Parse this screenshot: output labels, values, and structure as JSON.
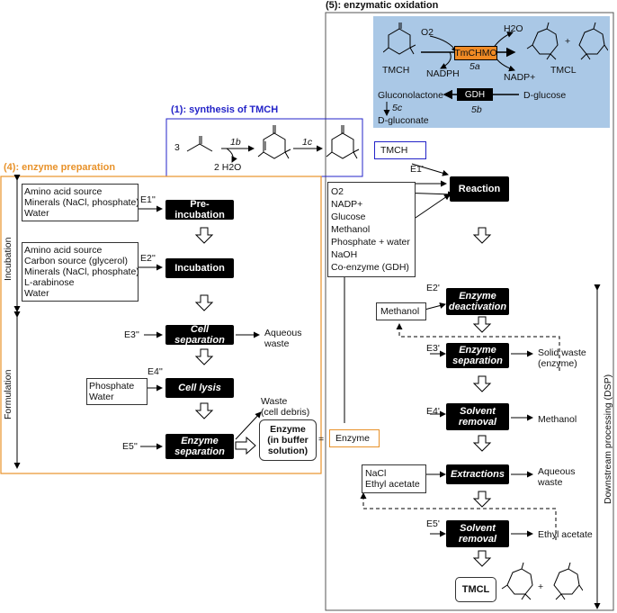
{
  "headings": {
    "enzymatic_oxidation": "(5): enzymatic oxidation",
    "synthesis": "(1): synthesis of TMCH",
    "enzyme_preparation": "(4): enzyme preparation"
  },
  "colors": {
    "synthesis_accent": "#2323c8",
    "prep_accent": "#e8922a",
    "reaction_panel_bg": "#aac8e6",
    "tmchmo_fill": "#f08a24"
  },
  "reaction_scheme": {
    "o2": "O2",
    "h2o": "H2O",
    "tmch": "TMCH",
    "nadph": "NADPH",
    "tmchmo": "TmCHMO",
    "step_5a": "5a",
    "nadp_plus": "NADP+",
    "tmcl": "TMCL",
    "plus": "+",
    "gdh": "GDH",
    "gluconolactone": "Gluconolactone",
    "d_glucose": "D-glucose",
    "step_5b": "5b",
    "step_5c": "5c",
    "d_gluconate": "D-gluconate"
  },
  "synthesis": {
    "coef": "3",
    "step_1b": "1b",
    "water": "2 H2O",
    "step_1c": "1c"
  },
  "prep": {
    "incubation_label": "Incubation",
    "formulation_label": "Formulation",
    "input1": "Amino acid source\nMinerals (NaCl, phosphate)\nWater",
    "input2": "Amino acid source\nCarbon source (glycerol)\nMinerals (NaCl, phosphate)\nL-arabinose\nWater",
    "input3": "Phosphate\nWater",
    "e1": "E1''",
    "e2": "E2''",
    "e3": "E3''",
    "e4": "E4''",
    "e5": "E5''",
    "pre_incubation": "Pre-incubation",
    "incubation": "Incubation",
    "cell_separation": "Cell separation",
    "cell_lysis": "Cell lysis",
    "enzyme_separation": "Enzyme separation",
    "aqueous_waste": "Aqueous\nwaste",
    "waste_debris": "Waste\n(cell debris)",
    "enzyme_buffer": "Enzyme\n(in buffer\nsolution)",
    "equals": "="
  },
  "oxidation": {
    "tmch_box": "TMCH",
    "e1": "E1'",
    "inputs": "O2\nNADP+\nGlucose\nMethanol\nPhosphate + water\nNaOH\nCo-enzyme (GDH)",
    "reaction": "Reaction",
    "enzyme_box": "Enzyme",
    "e2": "E2'",
    "methanol_box": "Methanol",
    "enzyme_deactivation": "Enzyme deactivation",
    "e3": "E3'",
    "enzyme_separation": "Enzyme separation",
    "solid_waste": "Solid waste\n(enzyme)",
    "e4": "E4'",
    "solvent_removal_1": "Solvent removal",
    "methanol_out": "Methanol",
    "nacl_box": "NaCl\nEthyl acetate",
    "extractions": "Extractions",
    "aqueous_waste": "Aqueous\nwaste",
    "e5": "E5'",
    "solvent_removal_2": "Solvent removal",
    "ethyl_acetate": "Ethyl acetate",
    "tmcl": "TMCL",
    "plus": "+",
    "dsp_label": "Downstream processing (DSP)"
  }
}
